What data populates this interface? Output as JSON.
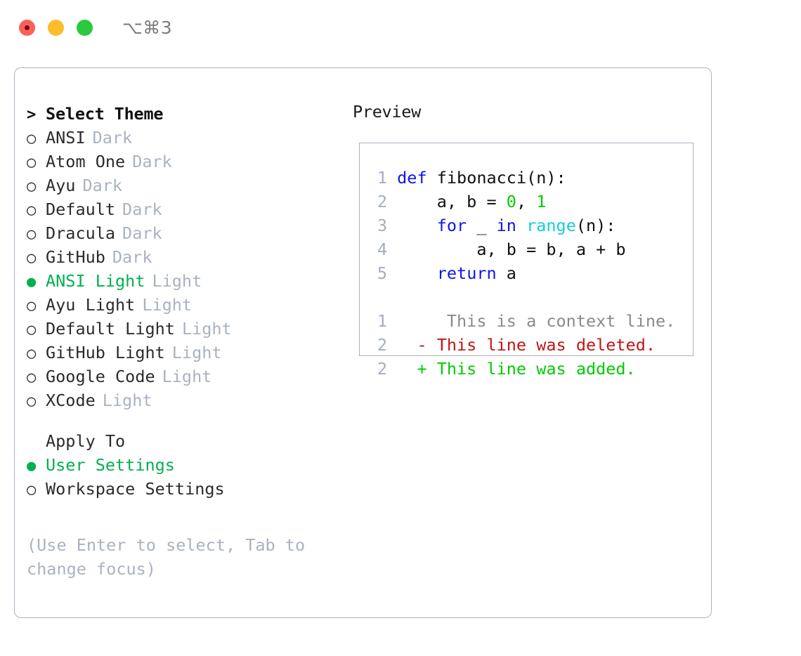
{
  "titlebar": {
    "shortcut": "⌥⌘3",
    "buttons": [
      {
        "name": "close",
        "color": "#fb6058"
      },
      {
        "name": "minimize",
        "color": "#fcbd2d"
      },
      {
        "name": "maximize",
        "color": "#2bc93f"
      }
    ]
  },
  "colors": {
    "accent_green": "#00b04f",
    "muted": "#aab2c0",
    "text": "#2b2b2b",
    "keyword_blue": "#0f15e8",
    "function_cyan": "#13cfd4",
    "number_green": "#00cf00",
    "diff_deleted": "#c41414",
    "diff_added": "#01cc01",
    "border": "#aab2c0"
  },
  "theme_section": {
    "header_marker": ">",
    "header_label": "Select Theme",
    "items": [
      {
        "marker": "○",
        "label": "ANSI",
        "suffix": "Dark",
        "selected": false
      },
      {
        "marker": "○",
        "label": "Atom One",
        "suffix": "Dark",
        "selected": false
      },
      {
        "marker": "○",
        "label": "Ayu",
        "suffix": "Dark",
        "selected": false
      },
      {
        "marker": "○",
        "label": "Default",
        "suffix": "Dark",
        "selected": false
      },
      {
        "marker": "○",
        "label": "Dracula",
        "suffix": "Dark",
        "selected": false
      },
      {
        "marker": "○",
        "label": "GitHub",
        "suffix": "Dark",
        "selected": false
      },
      {
        "marker": "●",
        "label": "ANSI Light",
        "suffix": "Light",
        "selected": true
      },
      {
        "marker": "○",
        "label": "Ayu Light",
        "suffix": "Light",
        "selected": false
      },
      {
        "marker": "○",
        "label": "Default Light",
        "suffix": "Light",
        "selected": false
      },
      {
        "marker": "○",
        "label": "GitHub Light",
        "suffix": "Light",
        "selected": false
      },
      {
        "marker": "○",
        "label": "Google Code",
        "suffix": "Light",
        "selected": false
      },
      {
        "marker": "○",
        "label": "XCode",
        "suffix": "Light",
        "selected": false
      }
    ]
  },
  "apply_section": {
    "header_marker": " ",
    "header_label": "Apply To",
    "items": [
      {
        "marker": "●",
        "label": "User Settings",
        "selected": true
      },
      {
        "marker": "○",
        "label": "Workspace Settings",
        "selected": false
      }
    ]
  },
  "hint": {
    "line1": "(Use Enter to select, Tab to",
    "line2": "change focus)"
  },
  "preview": {
    "title": "Preview",
    "code_lines": [
      {
        "number": "1",
        "tokens": [
          {
            "t": " ",
            "c": "txt"
          },
          {
            "t": "def",
            "c": "kw"
          },
          {
            "t": " fibonacci(n):",
            "c": "txt"
          }
        ]
      },
      {
        "number": "2",
        "tokens": [
          {
            "t": "     a, b = ",
            "c": "txt"
          },
          {
            "t": "0",
            "c": "num"
          },
          {
            "t": ", ",
            "c": "txt"
          },
          {
            "t": "1",
            "c": "num"
          }
        ]
      },
      {
        "number": "3",
        "tokens": [
          {
            "t": "     ",
            "c": "txt"
          },
          {
            "t": "for",
            "c": "kw"
          },
          {
            "t": " _ ",
            "c": "txt"
          },
          {
            "t": "in",
            "c": "kw"
          },
          {
            "t": " ",
            "c": "txt"
          },
          {
            "t": "range",
            "c": "fn"
          },
          {
            "t": "(n):",
            "c": "txt"
          }
        ]
      },
      {
        "number": "4",
        "tokens": [
          {
            "t": "         a, b = b, a + b",
            "c": "txt"
          }
        ]
      },
      {
        "number": "5",
        "tokens": [
          {
            "t": "     ",
            "c": "txt"
          },
          {
            "t": "return",
            "c": "kw"
          },
          {
            "t": " a",
            "c": "txt"
          }
        ]
      }
    ],
    "diff_lines": [
      {
        "number": "1",
        "sign": " ",
        "text": "  This is a context line.",
        "kind": "ctx"
      },
      {
        "number": "2",
        "sign": "-",
        "text": " This line was deleted.",
        "kind": "del"
      },
      {
        "number": "2",
        "sign": "+",
        "text": " This line was added.",
        "kind": "add"
      }
    ]
  }
}
